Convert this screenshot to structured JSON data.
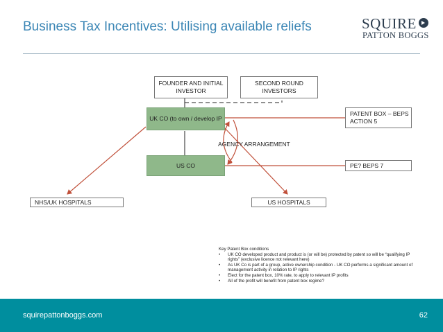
{
  "slide": {
    "title": "Business Tax Incentives: Utilising available reliefs",
    "page_number": "62"
  },
  "logo": {
    "line1": "SQUIRE",
    "line2": "PATTON BOGGS"
  },
  "diagram": {
    "founder": "FOUNDER AND INITIAL INVESTOR",
    "second_round": "SECOND ROUND INVESTORS",
    "uk_co": "UK CO (to own / develop IP",
    "us_co": "US CO",
    "patent_box": "PATENT BOX – BEPS ACTION  5",
    "pe": "PE? BEPS 7",
    "agency": "AGENCY ARRANGEMENT",
    "nhs": "NHS/UK HOSPITALS",
    "us_hospitals": "US HOSPITALS"
  },
  "conditions": {
    "heading": "Key Patent Box conditions",
    "items": [
      "UK CO developed product and product is (or will be) protected by patent so will be “qualifying IP rights” (exclusive licence not relevant here)",
      "As UK Co is part of a group, active ownership condition - UK CO performs a significant amount of management activity in relation to IP rights",
      "Elect for the patent box, 10% rate, to apply to relevant IP profits",
      "All of the profit will benefit from patent box regime?"
    ]
  },
  "footer": {
    "url": "squirepattonboggs.com"
  },
  "colors": {
    "title": "#3b86b5",
    "green_box": "#8fb88a",
    "arrow": "#c0503a",
    "footer": "#008e9e"
  }
}
